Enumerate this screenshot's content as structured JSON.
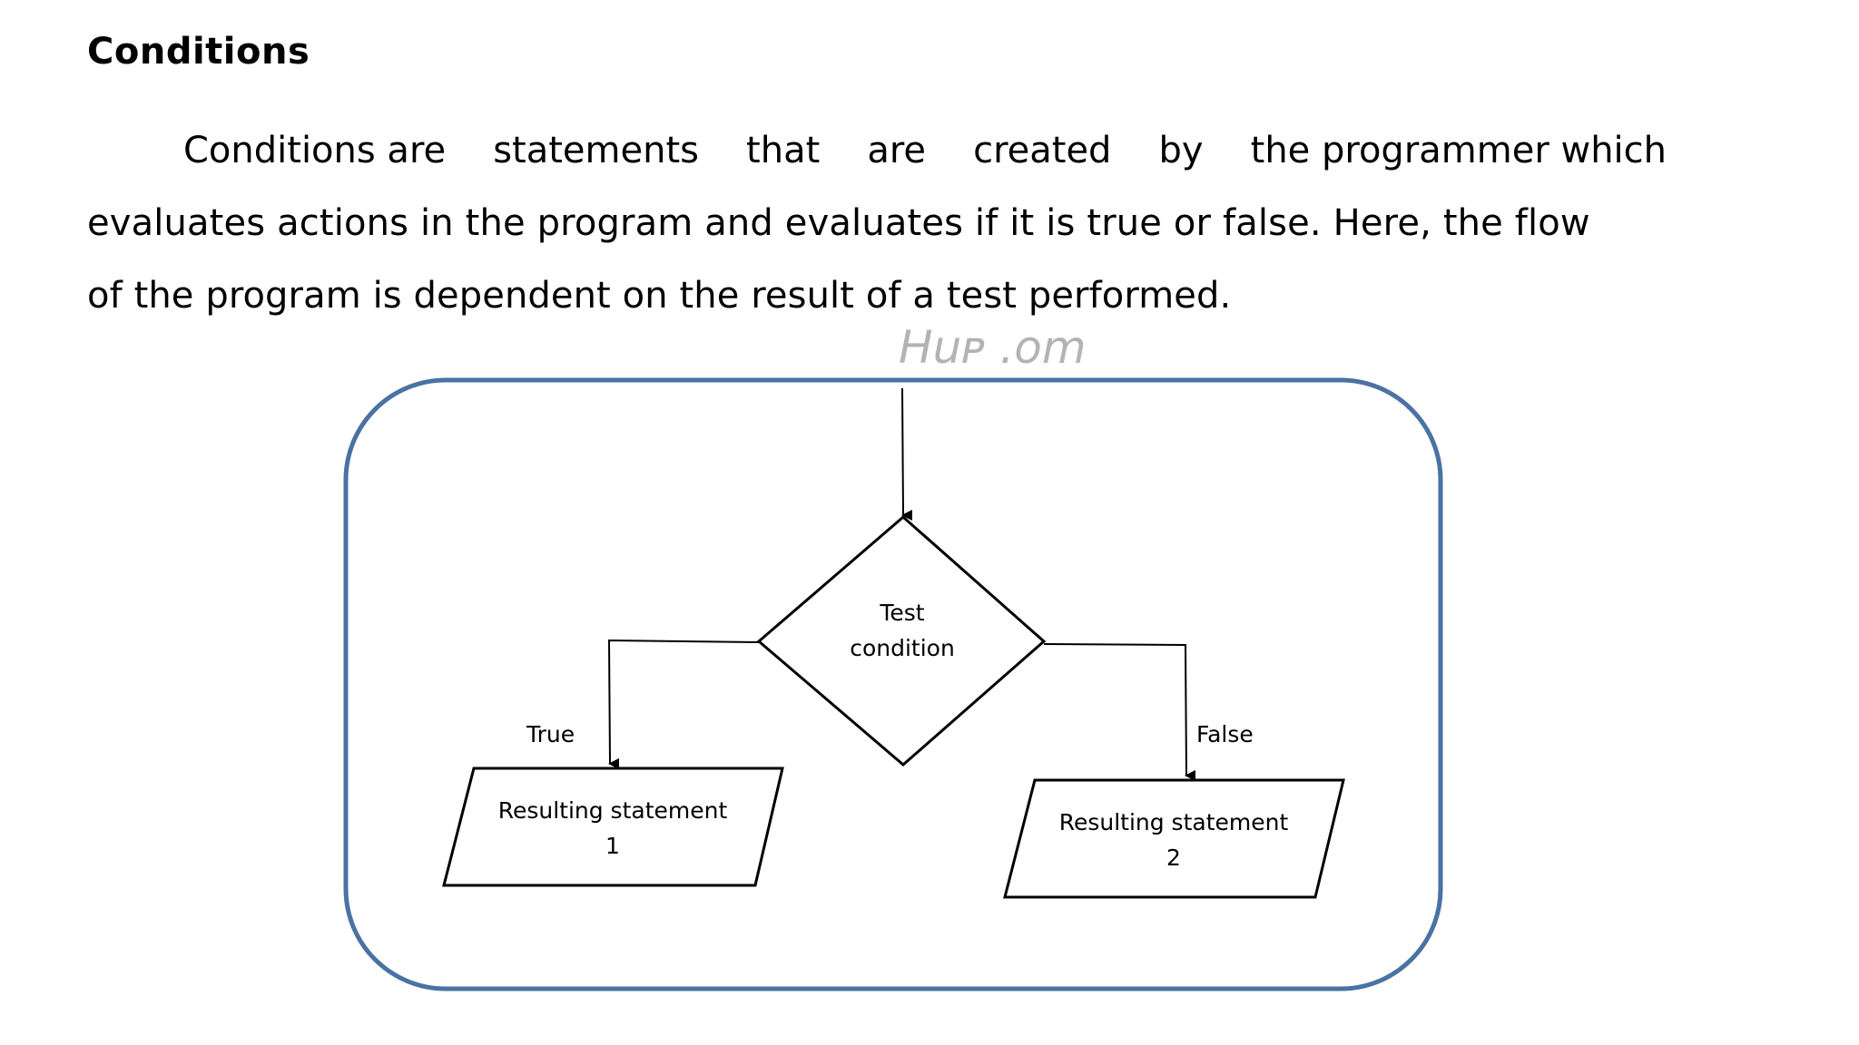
{
  "heading": "Conditions",
  "paragraph": {
    "line1_words": [
      "Conditions are",
      "statements",
      "that",
      "are",
      "created",
      "by",
      "the programmer which"
    ],
    "line2": "evaluates actions in the program and evaluates if it is true or false. Here, the flow",
    "line3": "of the program is dependent on the result of a test performed."
  },
  "watermark": "Huᴘ .om",
  "flowchart": {
    "decision": {
      "line1": "Test",
      "line2": "condition"
    },
    "true_label": "True",
    "false_label": "False",
    "statement1": {
      "line1": "Resulting statement",
      "line2": "1"
    },
    "statement2": {
      "line1": "Resulting statement",
      "line2": "2"
    }
  },
  "colors": {
    "frame_border": "#4a72a4",
    "stroke": "#000000"
  }
}
